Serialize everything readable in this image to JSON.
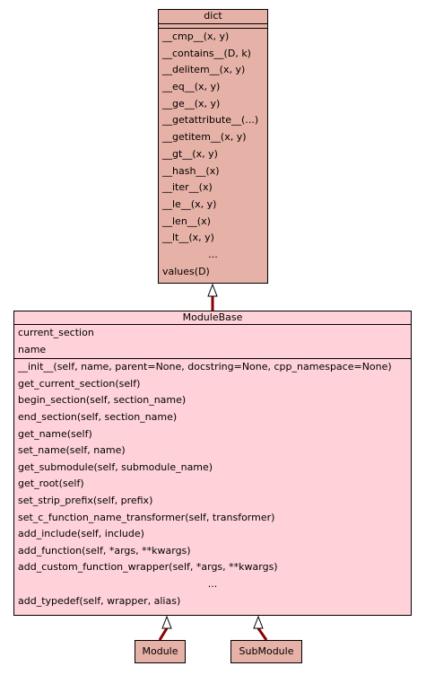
{
  "colors": {
    "dict_fill": "#e6b1a6",
    "modulebase_fill": "#fed2d8",
    "subclass_fill": "#e6b1a6",
    "connector": "#8b0000",
    "border": "#000000"
  },
  "dict": {
    "name": "dict",
    "methods": [
      "__cmp__(x, y)",
      "__contains__(D, k)",
      "__delitem__(x, y)",
      "__eq__(x, y)",
      "__ge__(x, y)",
      "__getattribute__(...)",
      "__getitem__(x, y)",
      "__gt__(x, y)",
      "__hash__(x)",
      "__iter__(x)",
      "__le__(x, y)",
      "__len__(x)",
      "__lt__(x, y)",
      "...",
      "values(D)"
    ]
  },
  "module_base": {
    "name": "ModuleBase",
    "attributes": [
      "current_section",
      "name"
    ],
    "methods": [
      "__init__(self, name, parent=None, docstring=None, cpp_namespace=None)",
      "get_current_section(self)",
      "begin_section(self, section_name)",
      "end_section(self, section_name)",
      "get_name(self)",
      "set_name(self, name)",
      "get_submodule(self, submodule_name)",
      "get_root(self)",
      "set_strip_prefix(self, prefix)",
      "set_c_function_name_transformer(self, transformer)",
      "add_include(self, include)",
      "add_function(self, *args, **kwargs)",
      "add_custom_function_wrapper(self, *args, **kwargs)",
      "...",
      "add_typedef(self, wrapper, alias)"
    ]
  },
  "module": {
    "name": "Module"
  },
  "submodule": {
    "name": "SubModule"
  }
}
